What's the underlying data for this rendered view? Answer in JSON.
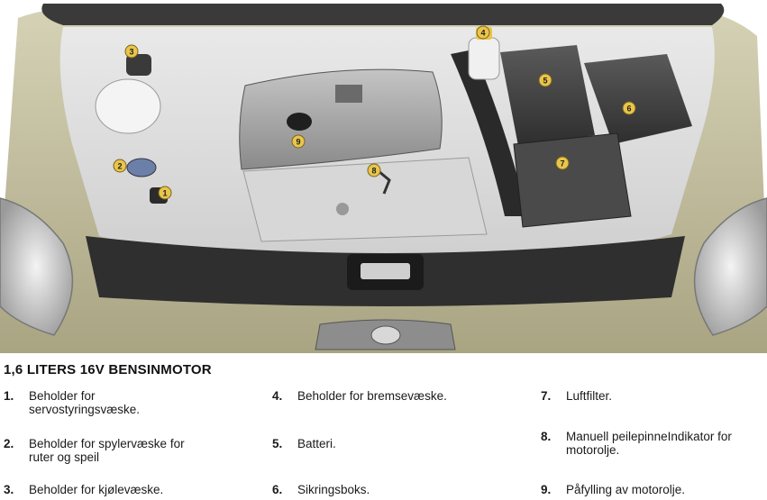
{
  "heading": "1,6 LITERS 16V BENSINMOTOR",
  "callouts": [
    "1",
    "2",
    "3",
    "4",
    "5",
    "6",
    "7",
    "8",
    "9"
  ],
  "legend": [
    {
      "num": "1.",
      "text": "Beholder for servostyringsvæske."
    },
    {
      "num": "2.",
      "text": "Beholder for spylervæske for ruter og speil"
    },
    {
      "num": "3.",
      "text": "Beholder for kjølevæske."
    },
    {
      "num": "4.",
      "text": "Beholder for bremsevæske."
    },
    {
      "num": "5.",
      "text": "Batteri."
    },
    {
      "num": "6.",
      "text": "Sikringsboks."
    },
    {
      "num": "7.",
      "text": "Luftfilter."
    },
    {
      "num": "8.",
      "text": "Manuell peilepinneIndikator for motorolje."
    },
    {
      "num": "9.",
      "text": "Påfylling av motorolje."
    }
  ],
  "colors": {
    "body_paint": "#b9b493",
    "engine_gray": "#9a9a9a",
    "callout_fill": "#e9c54a"
  }
}
